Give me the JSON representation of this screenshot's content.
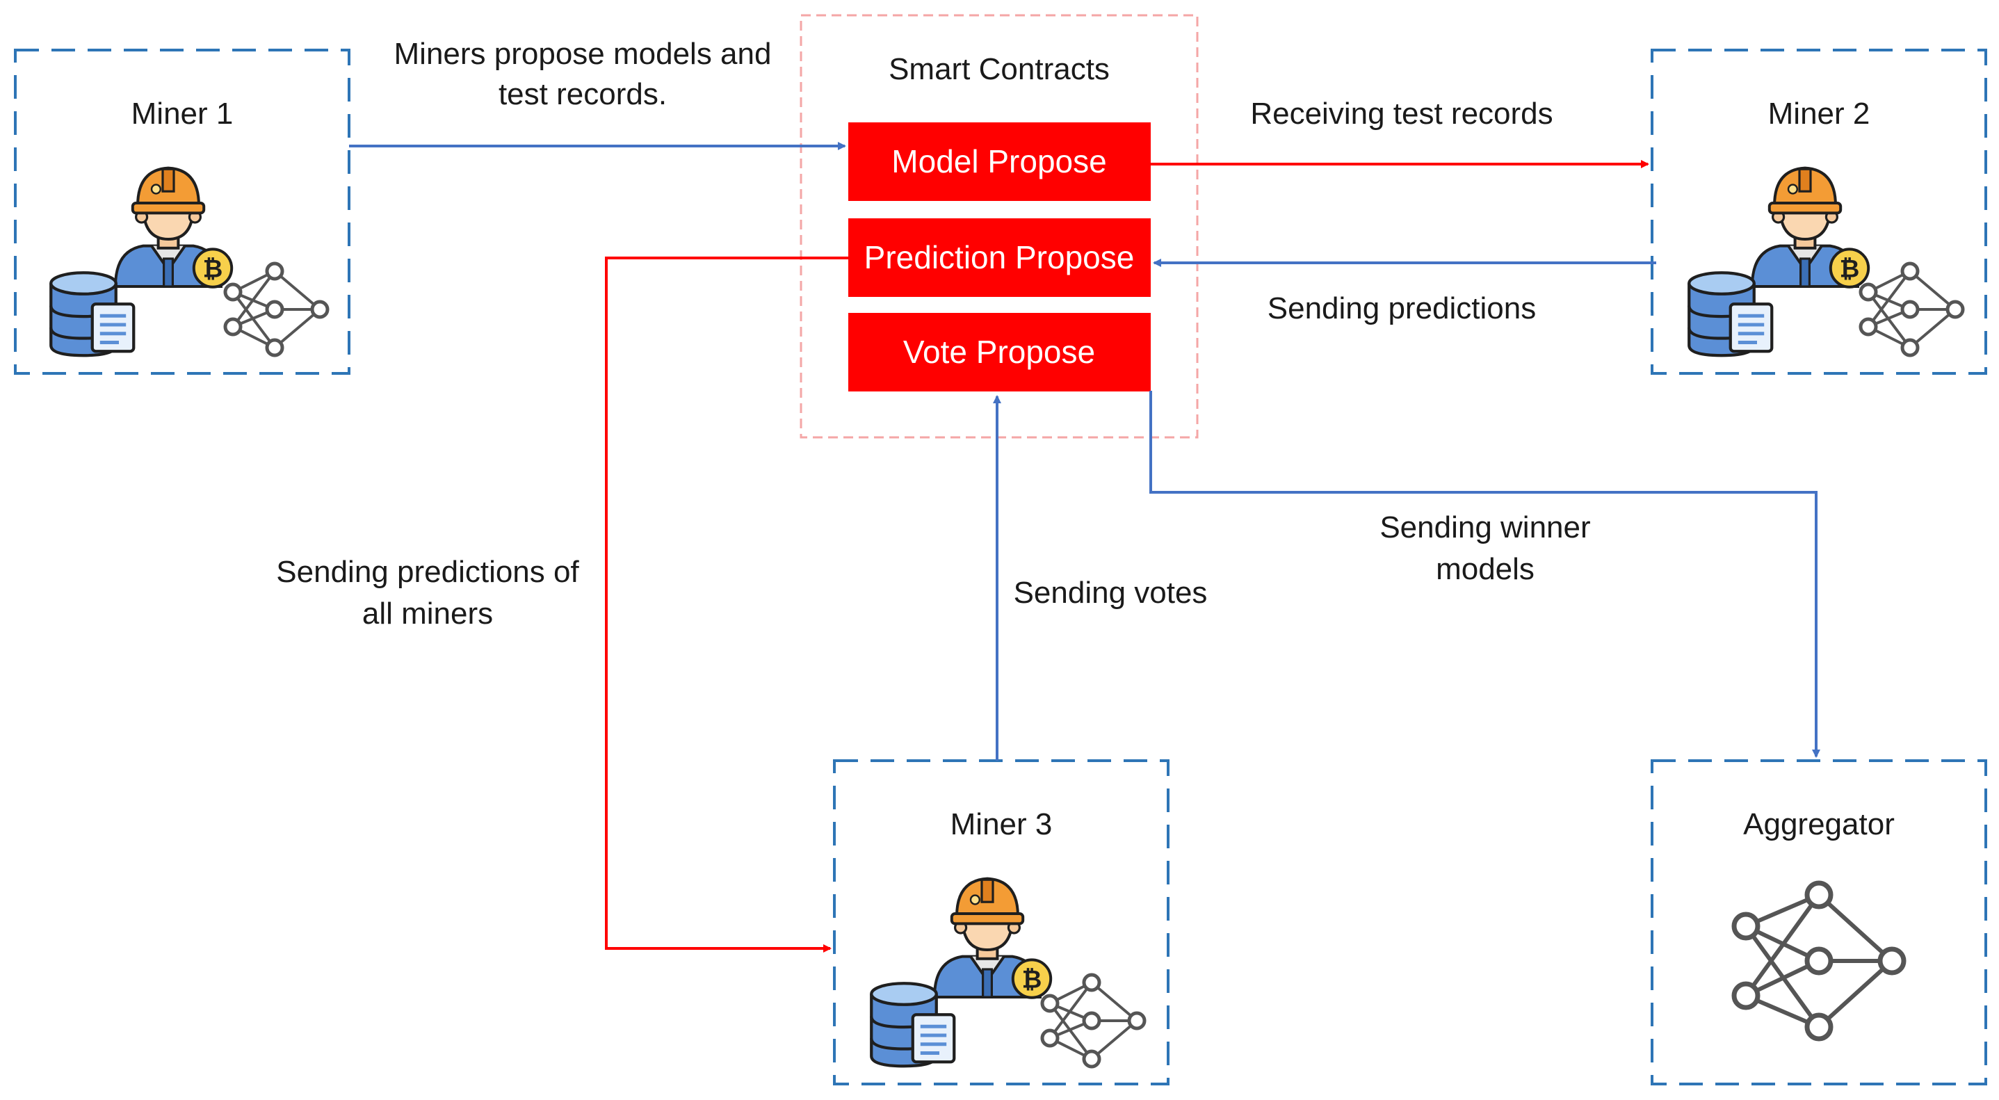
{
  "miners": {
    "miner1": {
      "title": "Miner 1"
    },
    "miner2": {
      "title": "Miner 2"
    },
    "miner3": {
      "title": "Miner 3"
    }
  },
  "aggregator": {
    "title": "Aggregator"
  },
  "smart_contracts": {
    "title": "Smart Contracts",
    "model_propose": "Model Propose",
    "prediction_propose": "Prediction Propose",
    "vote_propose": "Vote Propose"
  },
  "flows": {
    "miner1_to_model": {
      "line1": "Miners propose models and",
      "line2": "test records."
    },
    "model_to_miner2": {
      "line1": "Receiving test records"
    },
    "miner2_to_prediction": {
      "line1": "Sending predictions"
    },
    "prediction_to_miner3": {
      "line1": "Sending predictions of",
      "line2": "all miners"
    },
    "miner3_to_vote": {
      "line1": "Sending votes"
    },
    "vote_to_aggregator": {
      "line1": "Sending winner",
      "line2": "models"
    }
  },
  "colors": {
    "blue": "#4472C4",
    "red": "#FF0000",
    "contract_box": "#FF0000",
    "contract_border": "#F4A6A6",
    "node_border": "#2E75B6"
  },
  "icons": {
    "miner": "miner-worker-bitcoin-icon",
    "database": "database-icon",
    "network": "neural-network-icon"
  }
}
